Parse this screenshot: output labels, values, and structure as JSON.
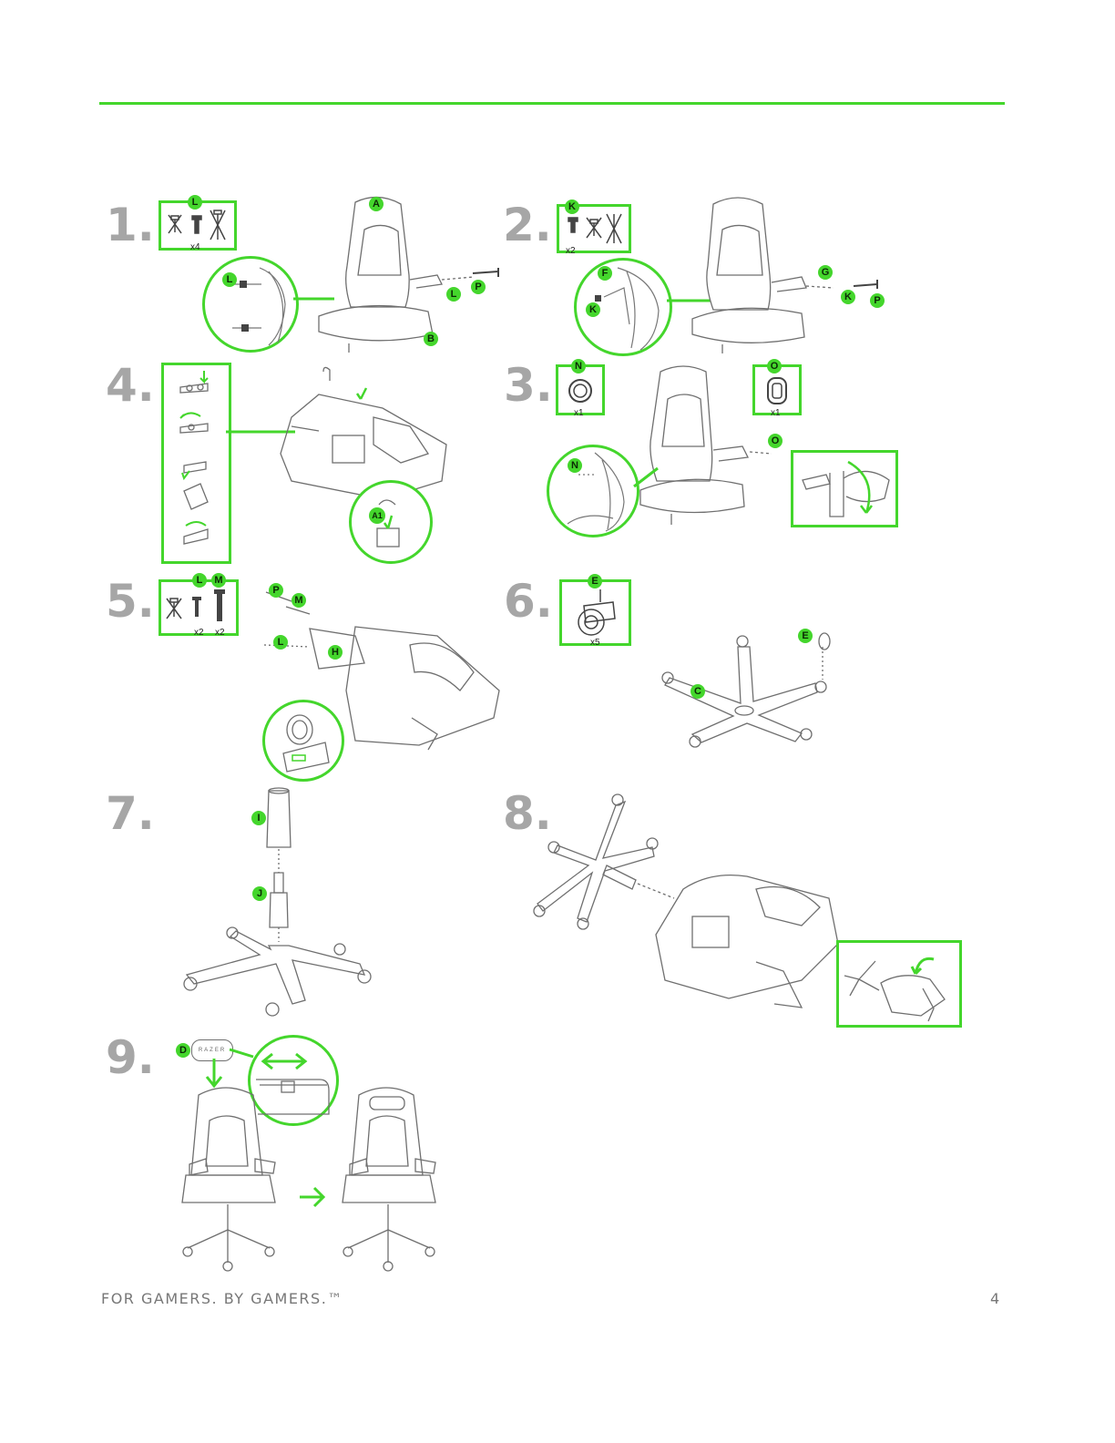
{
  "steps": {
    "s1": {
      "number": "1.",
      "box_badge": "L",
      "qty": "x4",
      "badges": {
        "A": "A",
        "B": "B",
        "L1": "L",
        "L2": "L",
        "P": "P"
      }
    },
    "s2": {
      "number": "2.",
      "box_badge": "K",
      "qty": "x2",
      "badges": {
        "F": "F",
        "K1": "K",
        "G": "G",
        "K2": "K",
        "P": "P"
      }
    },
    "s3": {
      "number": "3.",
      "box1_badge": "N",
      "qty1": "x1",
      "box2_badge": "O",
      "qty2": "x1",
      "badges": {
        "O": "O",
        "N": "N"
      }
    },
    "s4": {
      "number": "4.",
      "badges": {
        "A1": "A1"
      }
    },
    "s5": {
      "number": "5.",
      "box_badge_l": "L",
      "box_badge_m": "M",
      "qty_l": "x2",
      "qty_m": "x2",
      "badges": {
        "P": "P",
        "M": "M",
        "L": "L",
        "H": "H"
      }
    },
    "s6": {
      "number": "6.",
      "box_badge": "E",
      "qty": "x5",
      "badges": {
        "E": "E",
        "C": "C"
      }
    },
    "s7": {
      "number": "7.",
      "badges": {
        "I": "I",
        "J": "J"
      }
    },
    "s8": {
      "number": "8."
    },
    "s9": {
      "number": "9.",
      "badges": {
        "D": "D"
      },
      "pillow_text": "RAZER"
    }
  },
  "footer": {
    "tagline": "FOR GAMERS. BY GAMERS.™",
    "page": "4"
  },
  "colors": {
    "accent": "#44d62c",
    "step_number": "#a6a6a6",
    "line_art": "#6f6f6f"
  }
}
